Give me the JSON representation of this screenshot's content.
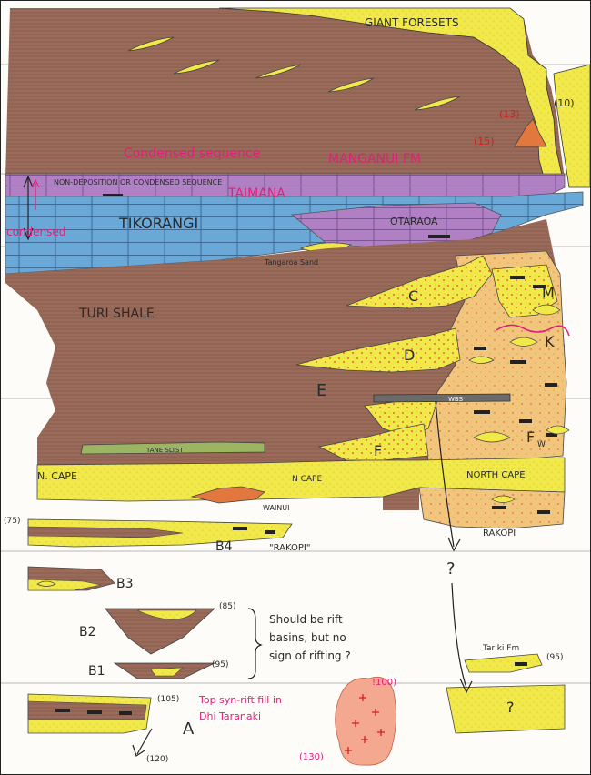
{
  "labels": {
    "giant_foresets": "GIANT FORESETS",
    "condensed_sequence": "Condensed sequence",
    "manganui_fm": "MANGANUI FM",
    "non_deposition": "NON-DEPOSITION OR CONDENSED SEQUENCE",
    "taimana": "TAIMANA",
    "condensed": "condensed",
    "tikorangi": "TIKORANGI",
    "otaraoa": "OTARAOA",
    "tangaroa_sand": "Tangaroa Sand",
    "turi_shale": "TURI SHALE",
    "unit_c": "C",
    "unit_d": "D",
    "unit_e": "E",
    "unit_f": "F",
    "unit_m": "M",
    "unit_k": "K",
    "unit_fw": "F",
    "unit_fw_sub": "W",
    "tane_sltst": "TANE SLTST",
    "wbs": "WBS",
    "n_cape_left": "N. CAPE",
    "n_cape_mid": "N CAPE",
    "north_cape": "NORTH CAPE",
    "wainui": "WAINUI",
    "rakopi": "RAKOPI",
    "rakopi_quoted": "\"RAKOPI\"",
    "unit_b4": "B4",
    "unit_b3": "B3",
    "unit_b2": "B2",
    "unit_b1": "B1",
    "unit_a": "A",
    "rift_note_1": "Should be rift",
    "rift_note_2": "basins, but no",
    "rift_note_3": "sign of rifting ?",
    "sync_rift_1": "Top syn-rift fill in",
    "sync_rift_2": "Dhi Taranaki",
    "tariki_fm": "Tariki Fm",
    "question": "?",
    "age_10": "(10)",
    "age_13": "(13)",
    "age_15": "(15)",
    "age_75": "(75)",
    "age_85": "(85)",
    "age_95_left": "(95)",
    "age_95_right": "(95)",
    "age_100": "!100)",
    "age_105": "(105)",
    "age_120": "(120)",
    "age_130": "(130)"
  },
  "colors": {
    "mudstone": "#9a6a5a",
    "sand": "#f1e94a",
    "limestone": "#6aa8d8",
    "condensed": "#b07fc4",
    "orange_sand": "#f2c57c",
    "volcanic": "#e3783e",
    "granite": "#f3a88f",
    "siltstone": "#9bb561",
    "annotation": "#e0207a"
  }
}
